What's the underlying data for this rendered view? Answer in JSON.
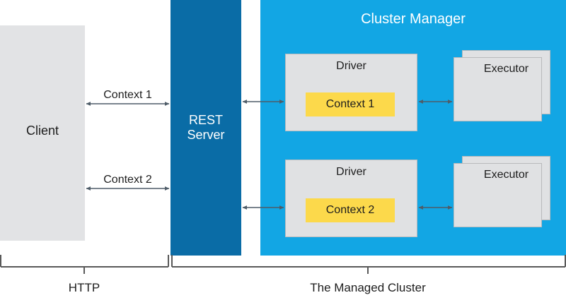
{
  "diagram": {
    "title": "Cluster Manager",
    "colors": {
      "rest_server_bg": "#0a6ca6",
      "cluster_bg": "#12a6e4",
      "box_gray": "#e0e1e3",
      "client_gray": "#e2e3e5",
      "context_yellow": "#fcd94b",
      "arrow_gray": "#4e5c68",
      "text_dark": "#1d1d1d",
      "text_light": "#ffffff"
    }
  },
  "client": {
    "label": "Client"
  },
  "rest_server": {
    "line1": "REST",
    "line2": "Server"
  },
  "cluster": {
    "title": "Cluster Manager",
    "rows": [
      {
        "driver_label": "Driver",
        "context_label": "Context 1",
        "executor_label": "Executor"
      },
      {
        "driver_label": "Driver",
        "context_label": "Context 2",
        "executor_label": "Executor"
      }
    ]
  },
  "connections": [
    {
      "label": "Context 1"
    },
    {
      "label": "Context 2"
    }
  ],
  "brackets": [
    {
      "label": "HTTP"
    },
    {
      "label": "The Managed Cluster"
    }
  ]
}
